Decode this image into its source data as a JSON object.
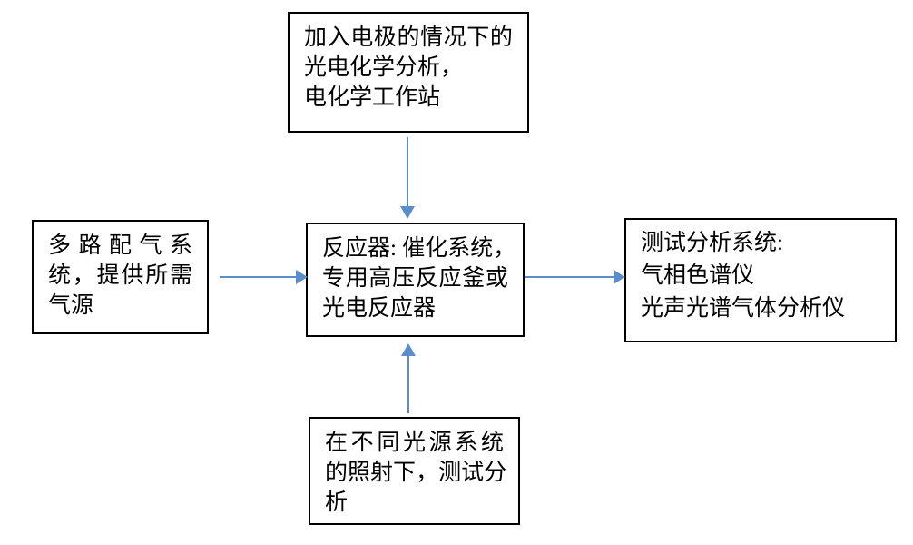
{
  "colors": {
    "background": "#ffffff",
    "box_border": "#000000",
    "text": "#000000",
    "arrow": "#5b8dc9"
  },
  "boxes": {
    "top": {
      "lines": [
        "加入电极的情况下的",
        "光电化学分析，",
        "电化学工作站"
      ]
    },
    "left": {
      "lines": [
        "多路配气系",
        "统，提供所需",
        "气源"
      ]
    },
    "center": {
      "lines": [
        "反应器: 催化系统，",
        "专用高压反应釜或",
        "光电反应器"
      ]
    },
    "right": {
      "lines": [
        "测试分析系统:",
        "气相色谱仪",
        "光声光谱气体分析仪"
      ]
    },
    "bottom": {
      "lines": [
        "在不同光源系统",
        "的照射下，测试分",
        "析"
      ]
    }
  },
  "arrows": [
    {
      "id": "top-to-center",
      "direction": "down"
    },
    {
      "id": "left-to-center",
      "direction": "right"
    },
    {
      "id": "center-to-right",
      "direction": "right"
    },
    {
      "id": "bottom-to-center",
      "direction": "up"
    }
  ]
}
